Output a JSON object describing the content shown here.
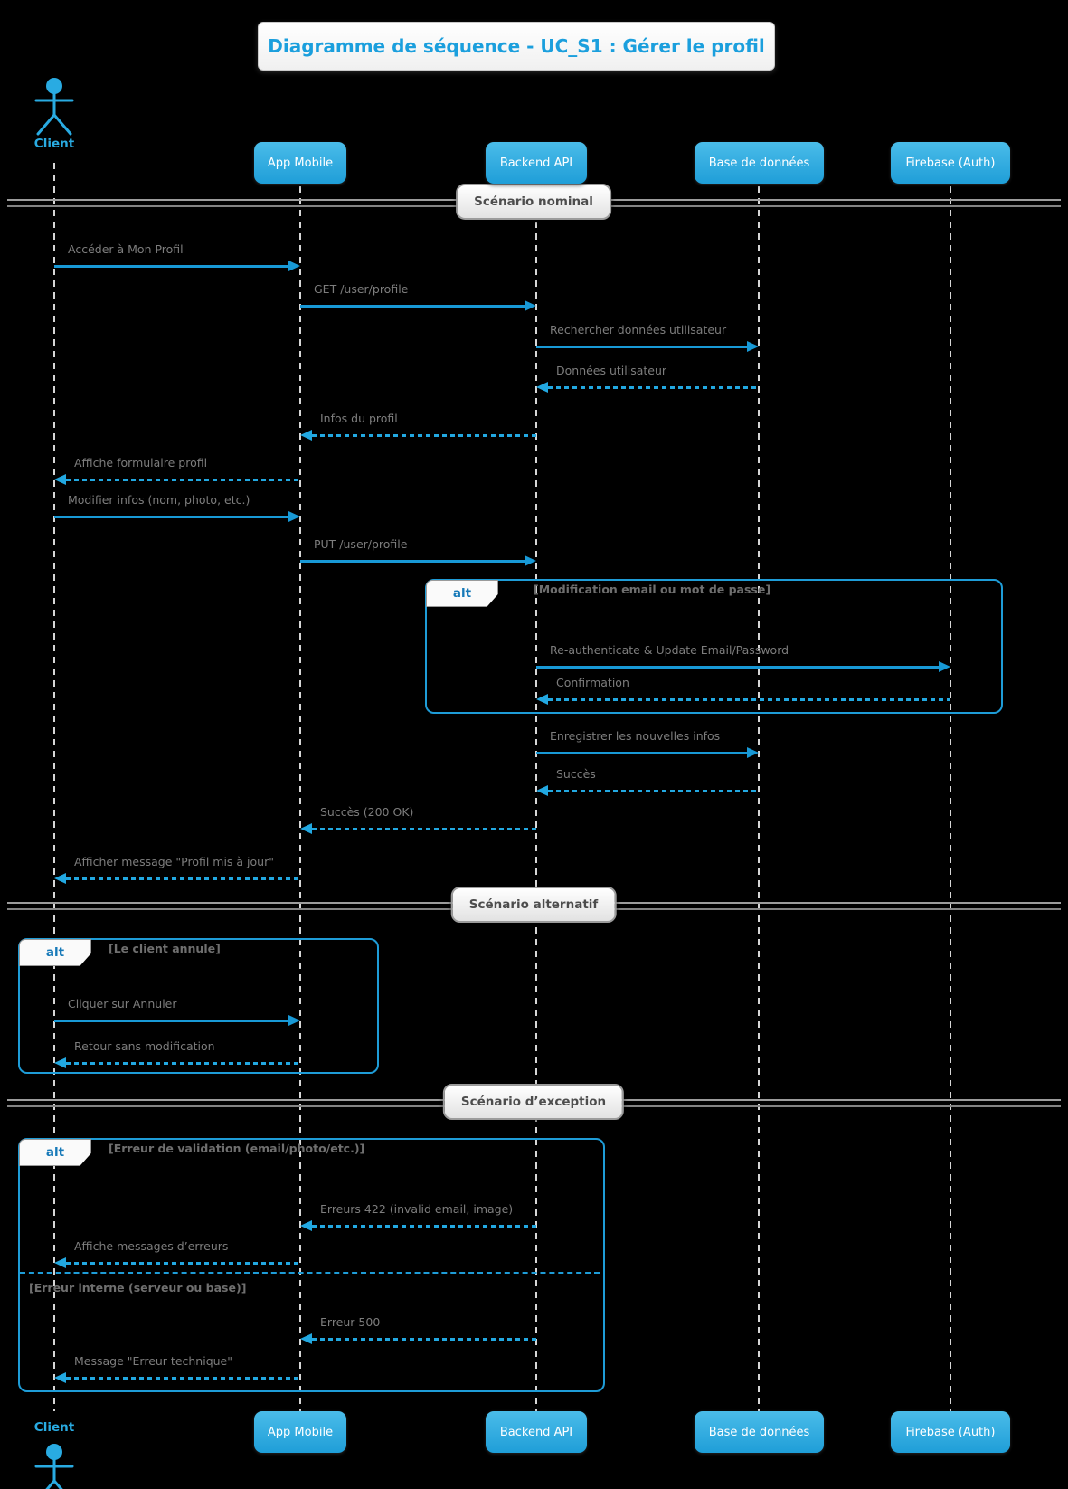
{
  "title": "Diagramme de séquence - UC_S1 : Gérer le profil",
  "participants": [
    {
      "id": "client",
      "label": "Client",
      "kind": "actor"
    },
    {
      "id": "app",
      "label": "App Mobile",
      "kind": "box"
    },
    {
      "id": "backend",
      "label": "Backend API",
      "kind": "box"
    },
    {
      "id": "database",
      "label": "Base de données",
      "kind": "box"
    },
    {
      "id": "firebase",
      "label": "Firebase (Auth)",
      "kind": "box"
    }
  ],
  "dividers": [
    {
      "label": "Scénario nominal"
    },
    {
      "label": "Scénario alternatif"
    },
    {
      "label": "Scénario d’exception"
    }
  ],
  "frames": [
    {
      "operator": "alt",
      "guard": "[Modification email ou mot de passe]"
    },
    {
      "operator": "alt",
      "guard": "[Le client annule]"
    },
    {
      "operator": "alt",
      "guard": "[Erreur de validation (email/photo/etc.)]",
      "guard_else": "[Erreur interne (serveur ou base)]"
    }
  ],
  "messages": [
    {
      "label": "Accéder à Mon Profil",
      "from": "Client",
      "to": "App Mobile",
      "kind": "sync"
    },
    {
      "label": "GET /user/profile",
      "from": "App Mobile",
      "to": "Backend API",
      "kind": "sync"
    },
    {
      "label": "Rechercher données utilisateur",
      "from": "Backend API",
      "to": "Base de données",
      "kind": "sync"
    },
    {
      "label": "Données utilisateur",
      "from": "Base de données",
      "to": "Backend API",
      "kind": "return"
    },
    {
      "label": "Infos du profil",
      "from": "Backend API",
      "to": "App Mobile",
      "kind": "return"
    },
    {
      "label": "Affiche formulaire profil",
      "from": "App Mobile",
      "to": "Client",
      "kind": "return"
    },
    {
      "label": "Modifier infos (nom, photo, etc.)",
      "from": "Client",
      "to": "App Mobile",
      "kind": "sync"
    },
    {
      "label": "PUT /user/profile",
      "from": "App Mobile",
      "to": "Backend API",
      "kind": "sync"
    },
    {
      "label": "Re-authenticate & Update Email/Password",
      "from": "Backend API",
      "to": "Firebase (Auth)",
      "kind": "sync"
    },
    {
      "label": "Confirmation",
      "from": "Firebase (Auth)",
      "to": "Backend API",
      "kind": "return"
    },
    {
      "label": "Enregistrer les nouvelles infos",
      "from": "Backend API",
      "to": "Base de données",
      "kind": "sync"
    },
    {
      "label": "Succès",
      "from": "Base de données",
      "to": "Backend API",
      "kind": "return"
    },
    {
      "label": "Succès (200 OK)",
      "from": "Backend API",
      "to": "App Mobile",
      "kind": "return"
    },
    {
      "label": "Afficher message \"Profil mis à jour\"",
      "from": "App Mobile",
      "to": "Client",
      "kind": "return"
    },
    {
      "label": "Cliquer sur Annuler",
      "from": "Client",
      "to": "App Mobile",
      "kind": "sync"
    },
    {
      "label": "Retour sans modification",
      "from": "App Mobile",
      "to": "Client",
      "kind": "return"
    },
    {
      "label": "Erreurs 422 (invalid email, image)",
      "from": "Backend API",
      "to": "App Mobile",
      "kind": "return"
    },
    {
      "label": "Affiche messages d’erreurs",
      "from": "App Mobile",
      "to": "Client",
      "kind": "return"
    },
    {
      "label": "Erreur 500",
      "from": "Backend API",
      "to": "App Mobile",
      "kind": "return"
    },
    {
      "label": "Message \"Erreur technique\"",
      "from": "App Mobile",
      "to": "Client",
      "kind": "return"
    }
  ],
  "colors": {
    "background": "#000000",
    "accent_blue": "#1e9cd7",
    "return_blue": "#22a8e1",
    "participant_gradient_top": "#4abce9",
    "participant_gradient_bottom": "#1f9ed8",
    "lifeline_gray": "#d6d6d6",
    "message_text": "#7d7d7d",
    "title_text": "#1b9fdd"
  }
}
